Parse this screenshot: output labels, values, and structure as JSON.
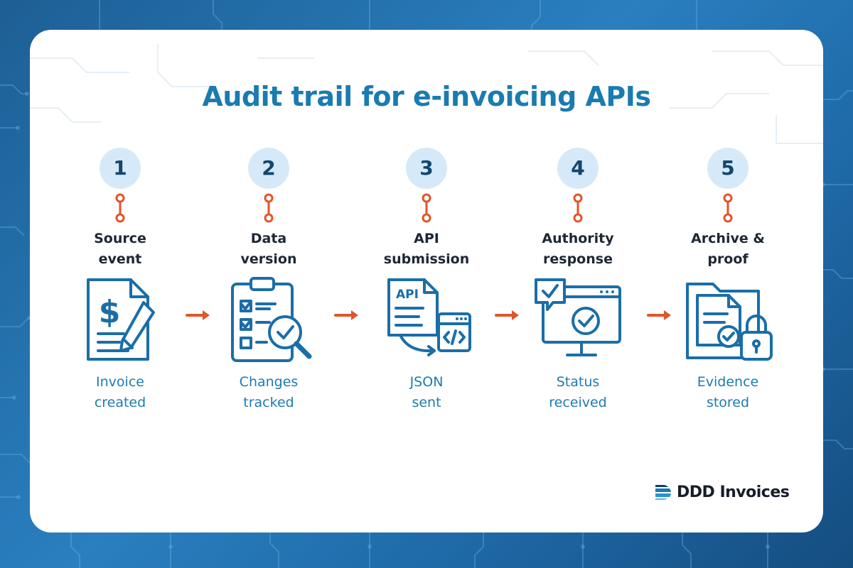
{
  "title": "Audit trail for e-invoicing APIs",
  "steps": [
    {
      "number": "1",
      "title_line1": "Source",
      "title_line2": "event",
      "caption_line1": "Invoice",
      "caption_line2": "created",
      "icon": "invoice-dollar-pencil-icon"
    },
    {
      "number": "2",
      "title_line1": "Data",
      "title_line2": "version",
      "caption_line1": "Changes",
      "caption_line2": "tracked",
      "icon": "clipboard-checklist-magnifier-icon"
    },
    {
      "number": "3",
      "title_line1": "API",
      "title_line2": "submission",
      "caption_line1": "JSON",
      "caption_line2": "sent",
      "icon": "api-document-code-window-icon",
      "icon_label": "API"
    },
    {
      "number": "4",
      "title_line1": "Authority",
      "title_line2": "response",
      "caption_line1": "Status",
      "caption_line2": "received",
      "icon": "monitor-checkmark-icon"
    },
    {
      "number": "5",
      "title_line1": "Archive &",
      "title_line2": "proof",
      "caption_line1": "Evidence",
      "caption_line2": "stored",
      "icon": "folder-document-lock-icon"
    }
  ],
  "brand": {
    "name": "DDD Invoices"
  },
  "colors": {
    "title": "#1a7bb0",
    "icon_stroke": "#1a6ea8",
    "accent": "#e0552a",
    "number_bg": "#d6e9f8",
    "background": "#1f6aa8"
  }
}
